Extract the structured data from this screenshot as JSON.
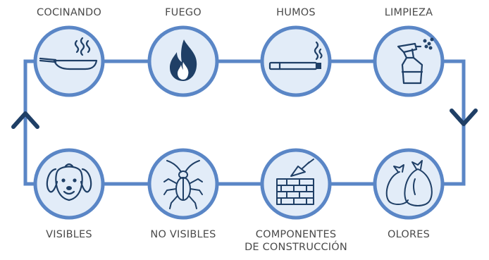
{
  "colors": {
    "line": "#5a86c6",
    "ring": "#5a86c6",
    "disk": "#e2ecf8",
    "icon": "#1f3f66",
    "arrow": "#1f3f66",
    "text": "#4a4a4a"
  },
  "steps": [
    {
      "label": "COCINANDO",
      "icon": "frying-pan-icon"
    },
    {
      "label": "FUEGO",
      "icon": "fire-icon"
    },
    {
      "label": "HUMOS",
      "icon": "cigarette-icon"
    },
    {
      "label": "LIMPIEZA",
      "icon": "spray-bottle-icon"
    },
    {
      "label": "OLORES",
      "icon": "garbage-bags-icon"
    },
    {
      "label": "COMPONENTES\nDE CONSTRUCCIÓN",
      "icon": "brick-wall-icon"
    },
    {
      "label": "NO VISIBLES",
      "icon": "cockroach-icon"
    },
    {
      "label": "VISIBLES",
      "icon": "dog-icon"
    }
  ]
}
